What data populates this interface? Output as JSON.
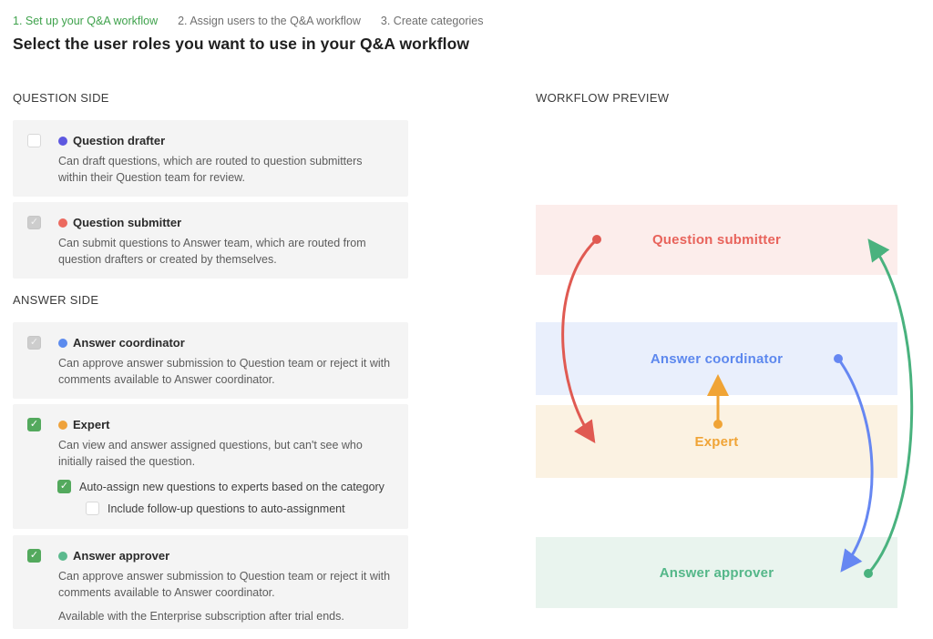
{
  "steps": [
    {
      "label": "1. Set up your Q&A workflow",
      "active": true
    },
    {
      "label": "2. Assign users to the Q&A workflow",
      "active": false
    },
    {
      "label": "3. Create categories",
      "active": false
    }
  ],
  "page_title": "Select the user roles you want to use in your Q&A workflow",
  "question_side": {
    "header": "QUESTION SIDE",
    "roles": [
      {
        "name": "Question drafter",
        "dot_color": "#5d58e0",
        "checkbox_state": "unchecked",
        "description": "Can draft questions, which are routed to question submitters within their Question team for review."
      },
      {
        "name": "Question submitter",
        "dot_color": "#ec6a5f",
        "checkbox_state": "checked-disabled",
        "description": "Can submit questions to Answer team, which are routed from question drafters or created by themselves."
      }
    ]
  },
  "answer_side": {
    "header": "ANSWER SIDE",
    "roles": [
      {
        "name": "Answer coordinator",
        "dot_color": "#5c8bee",
        "checkbox_state": "checked-disabled",
        "description": "Can approve answer submission to Question team or reject it with comments available to Answer coordinator."
      },
      {
        "name": "Expert",
        "dot_color": "#efa23b",
        "checkbox_state": "checked",
        "description": "Can view and answer assigned questions, but can't see who initially raised the question.",
        "sub_options": [
          {
            "label": "Auto-assign new questions to experts based on the category",
            "checkbox_state": "checked"
          },
          {
            "label": "Include follow-up questions to auto-assignment",
            "checkbox_state": "unchecked"
          }
        ]
      },
      {
        "name": "Answer approver",
        "dot_color": "#5bb98d",
        "checkbox_state": "checked",
        "description": "Can approve answer submission to Question team or reject it with comments available to Answer coordinator.",
        "note": "Available with the Enterprise subscription after trial ends."
      }
    ]
  },
  "preview": {
    "header": "WORKFLOW PREVIEW",
    "nodes": [
      {
        "label": "Question submitter",
        "bg": "#fcedeb",
        "color": "#e8635b"
      },
      {
        "label": "Answer coordinator",
        "bg": "#e9effc",
        "color": "#5d88ee"
      },
      {
        "label": "Expert",
        "bg": "#fbf2e2",
        "color": "#f0a436"
      },
      {
        "label": "Answer approver",
        "bg": "#e9f4ee",
        "color": "#54b789"
      }
    ],
    "arrows": [
      {
        "name": "question-submitter-to-expert",
        "color": "#e05a52"
      },
      {
        "name": "expert-to-answer-coordinator",
        "color": "#f0a436"
      },
      {
        "name": "answer-coordinator-to-answer-approver",
        "color": "#6687f2"
      },
      {
        "name": "answer-approver-to-question-submitter",
        "color": "#49b27e"
      }
    ]
  },
  "icons": {
    "checkmark": "✓"
  },
  "colors": {
    "step_active": "#3fa24c",
    "card_background": "#f4f4f4",
    "checkbox_checked": "#53a95d",
    "checkbox_disabled": "#cdcdcd"
  }
}
